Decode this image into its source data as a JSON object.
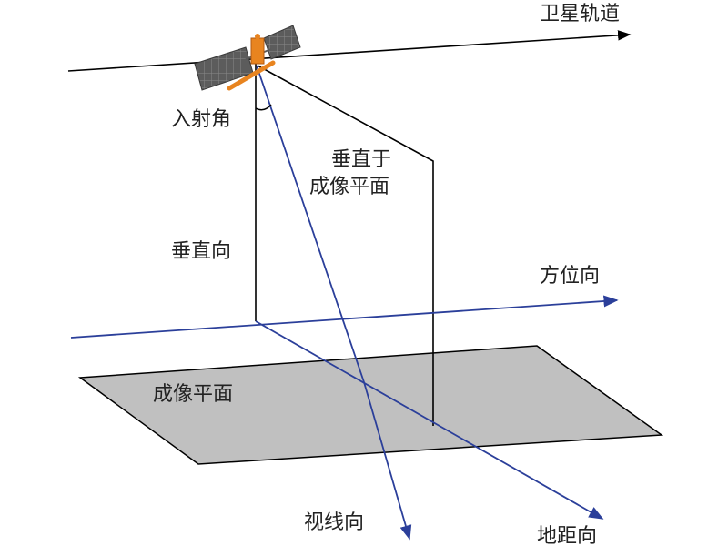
{
  "labels": {
    "orbit": "卫星轨道",
    "incidence_angle": "入射角",
    "perp_to_plane_line1": "垂直于",
    "perp_to_plane_line2": "成像平面",
    "vertical": "垂直向",
    "azimuth": "方位向",
    "imaging_plane": "成像平面",
    "line_of_sight": "视线向",
    "ground_range": "地距向"
  },
  "colors": {
    "black_axis": "#000000",
    "blue_axis": "#2b3f9a",
    "plane_fill": "#c0c0c0",
    "satellite_body": "#e8841f",
    "solar_panel": "#606060"
  }
}
